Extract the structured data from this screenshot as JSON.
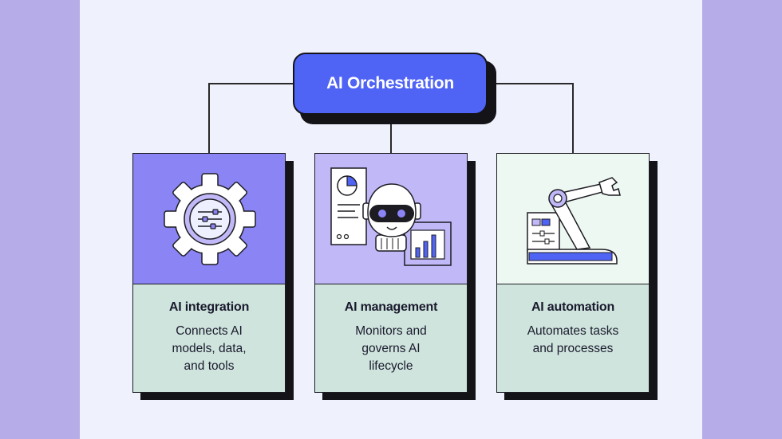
{
  "root": {
    "label": "AI Orchestration"
  },
  "cards": [
    {
      "title": "AI integration",
      "description": "Connects AI\nmodels, data,\nand tools",
      "top_color": "#8b84f5",
      "icon": "gear-sliders-icon"
    },
    {
      "title": "AI management",
      "description": "Monitors and\ngoverns AI\nlifecycle",
      "top_color": "#c1b8f7",
      "icon": "robot-dashboard-icon"
    },
    {
      "title": "AI automation",
      "description": "Automates tasks\nand processes",
      "top_color": "#eef8f2",
      "icon": "robotic-arm-icon"
    }
  ],
  "colors": {
    "accent": "#4f63f5",
    "outline": "#1c1c22",
    "card_bottom": "#cfe4dc",
    "frame": "#b6ade8",
    "background": "#eff1fc"
  }
}
